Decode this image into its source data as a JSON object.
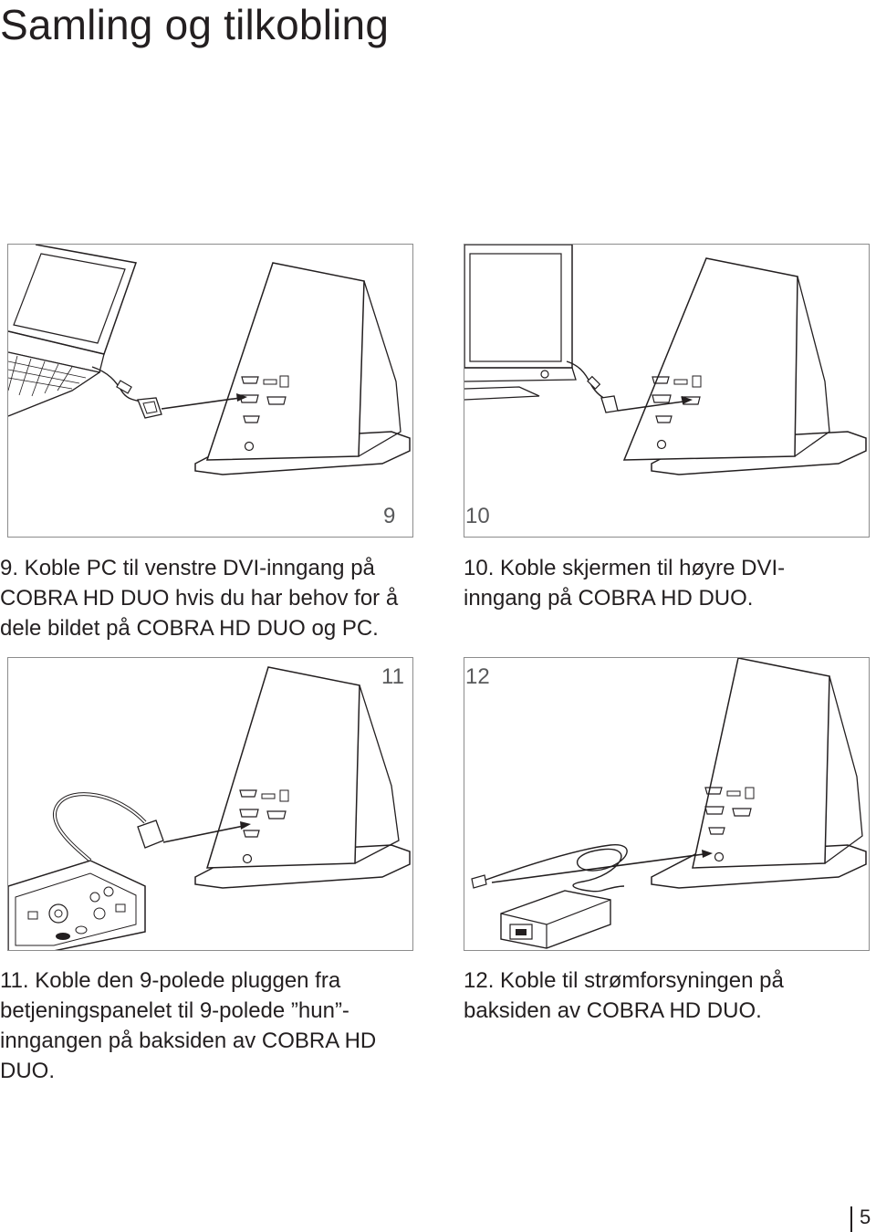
{
  "page": {
    "title": "Samling og tilkobling",
    "page_number": "5"
  },
  "steps": [
    {
      "number": "9",
      "caption": "9. Koble PC til venstre DVI-inngang på COBRA HD DUO hvis du har behov for å dele bildet på COBRA HD DUO og PC.",
      "illustration": "laptop-to-dvi-left"
    },
    {
      "number": "10",
      "caption": "10. Koble skjermen til høyre DVI-inngang på COBRA HD DUO.",
      "illustration": "monitor-to-dvi-right"
    },
    {
      "number": "11",
      "caption": "11. Koble den 9-polede pluggen fra betjeningspanelet til 9-polede ”hun”-inngangen på baksiden av COBRA HD DUO.",
      "illustration": "control-panel-to-9pin"
    },
    {
      "number": "12",
      "caption": "12. Koble til strømforsyningen på baksiden av COBRA HD DUO.",
      "illustration": "power-supply-to-dc-in"
    }
  ]
}
